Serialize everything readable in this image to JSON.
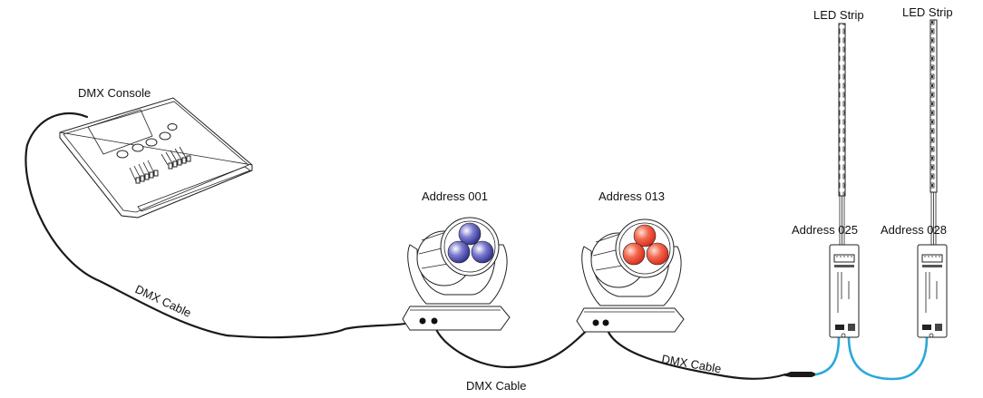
{
  "diagram": {
    "title": "DMX wiring diagram",
    "colors": {
      "cable": "#1a1a1a",
      "blue_cable": "#29a8dc",
      "blue_lens": "#4a4aa8",
      "red_lens": "#e8432e"
    },
    "console": {
      "label": "DMX Console"
    },
    "fixtures": [
      {
        "label": "Address 001",
        "lens_color": "blue"
      },
      {
        "label": "Address 013",
        "lens_color": "red"
      }
    ],
    "decoders": [
      {
        "label": "Address 025",
        "strip_label": "LED Strip"
      },
      {
        "label": "Address 028",
        "strip_label": "LED Strip"
      }
    ],
    "cables": [
      {
        "label": "DMX Cable"
      },
      {
        "label": "DMX Cable"
      },
      {
        "label": "DMX Cable"
      }
    ]
  }
}
